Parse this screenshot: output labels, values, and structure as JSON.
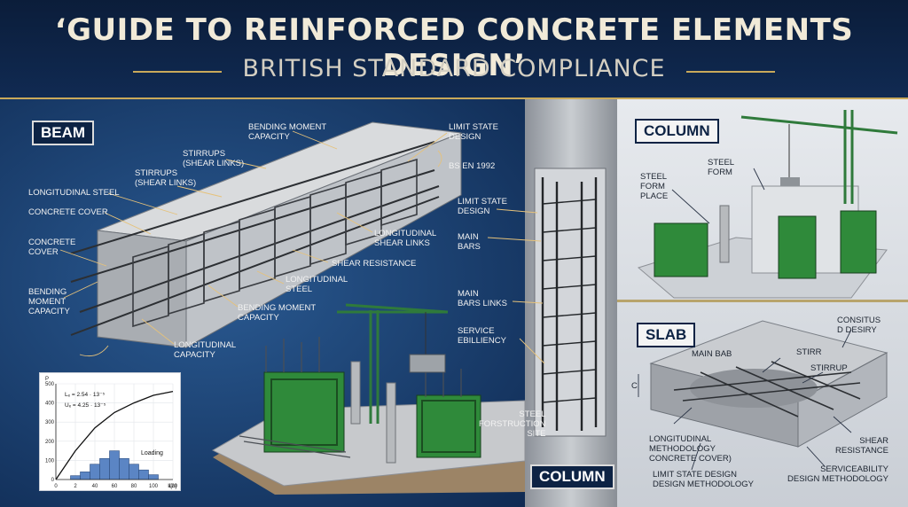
{
  "header": {
    "title": "‘GUIDE TO REINFORCED CONCRETE ELEMENTS DESIGN’",
    "subtitle": "BRITISH STANDARD COMPLIANCE"
  },
  "tags": {
    "beam": "BEAM",
    "column_right": "COLUMN",
    "column_mid": "COLUMN",
    "slab": "SLAB"
  },
  "beam_labels": {
    "bending_top": "BENDING MOMENT\nCAPACITY",
    "stirrups_1": "STIRRUPS\n(SHEAR LINKS)",
    "stirrups_2": "STIRRUPS\n(SHEAR LINKS)",
    "long_steel": "LONGITUDINAL STEEL",
    "concrete_cover_1": "CONCRETE COVER",
    "concrete_cover_2": "CONCRETE\nCOVER",
    "bending_left": "BENDING\nMOMENT\nCAPACITY",
    "limit_state": "LIMIT STATE\nDESIGN",
    "bs_en": "BS EN 1992",
    "long_shear": "LONGITUDINAL\nSHEAR LINKS",
    "shear_resistance": "SHEAR RESISTANCE",
    "long_steel_2": "LONGITUDINAL\nSTEEL",
    "bending_mid": "BENDING MOMENT\nCAPACITY",
    "long_capacity": "LONGITUDINAL\nCAPACITY"
  },
  "column_labels": {
    "limit_state": "LIMIT STATE\nDESIGN",
    "main_bars": "MAIN\nBARS",
    "main_bars_links": "MAIN\nBARS LINKS",
    "service": "SERVICE\nEBILLIENCY"
  },
  "site_labels": {
    "steel_site": "STEEL\nFORSTRUCTION\nSITE"
  },
  "right_column_labels": {
    "steel_form": "STEEL\nFORM",
    "steel_form_place": "STEEL\nFORM\nPLACE"
  },
  "slab_labels": {
    "consitus": "CONSITUS\nD DESIRY",
    "main_bab": "MAIN BAB",
    "stirr": "STIRR",
    "stirrup": "STIRRUP",
    "c": "C",
    "long_method": "LONGITUDINAL\nMETHODOLOGY\nCONCRETE COVER)",
    "shear_res": "SHEAR\nRESISTANCE",
    "limit_state": "LIMIT STATE DESIGN\nDESIGN METHODOLOGY",
    "serviceability": "SERVICEABILITY\nDESIGN METHODOLOGY"
  },
  "chart_data": {
    "type": "bar",
    "ylabel": "P",
    "xlabel": "k[n]",
    "x_ticks": [
      "0",
      "2",
      "40",
      "60",
      "80",
      "100",
      "120"
    ],
    "y_ticks": [
      "500",
      "400",
      "300",
      "200",
      "100",
      "0"
    ],
    "xlim": [
      0,
      120
    ],
    "ylim": [
      0,
      500
    ],
    "formula_1": "Lₑ = 2.54 · 13⁻⁵",
    "formula_2": "Uₑ = 4.25 · 13⁻⁵",
    "annotation": "Loading",
    "bins": [
      20,
      30,
      40,
      50,
      60,
      70,
      80,
      90,
      100
    ],
    "values": [
      20,
      40,
      80,
      110,
      150,
      110,
      80,
      50,
      25
    ],
    "curve_x": [
      0,
      20,
      40,
      60,
      80,
      100,
      120
    ],
    "curve_y": [
      0,
      150,
      270,
      350,
      400,
      440,
      460
    ]
  },
  "colors": {
    "navy": "#0d2344",
    "gold": "#c9a95a",
    "formwork_green": "#2e7d32",
    "crane_green": "#2f7a3b",
    "concrete": "#c9ccd0",
    "bar_fill": "#5b85c4"
  }
}
